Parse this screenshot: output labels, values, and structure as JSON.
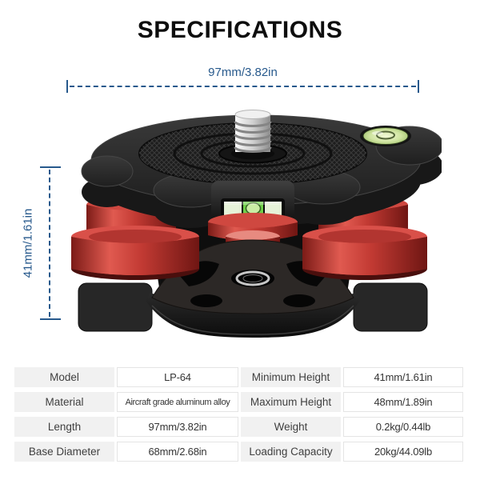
{
  "page": {
    "title": "SPECIFICATIONS"
  },
  "annotations": {
    "width_label": "97mm/3.82in",
    "height_label": "41mm/1.61in"
  },
  "colors": {
    "annotation_blue": "#27598c",
    "knob_red": "#c23a33",
    "bubble_green": "#cfe49f",
    "vial_green": "#6fd049",
    "table_label_bg": "#f1f1f1"
  },
  "spec_table": {
    "rows": [
      [
        "Model",
        "LP-64",
        "Minimum Height",
        "41mm/1.61in"
      ],
      [
        "Material",
        "Aircraft grade aluminum alloy",
        "Maximum Height",
        "48mm/1.89in"
      ],
      [
        "Length",
        "97mm/3.82in",
        "Weight",
        "0.2kg/0.44lb"
      ],
      [
        "Base Diameter",
        "68mm/2.68in",
        "Loading Capacity",
        "20kg/44.09lb"
      ]
    ]
  }
}
